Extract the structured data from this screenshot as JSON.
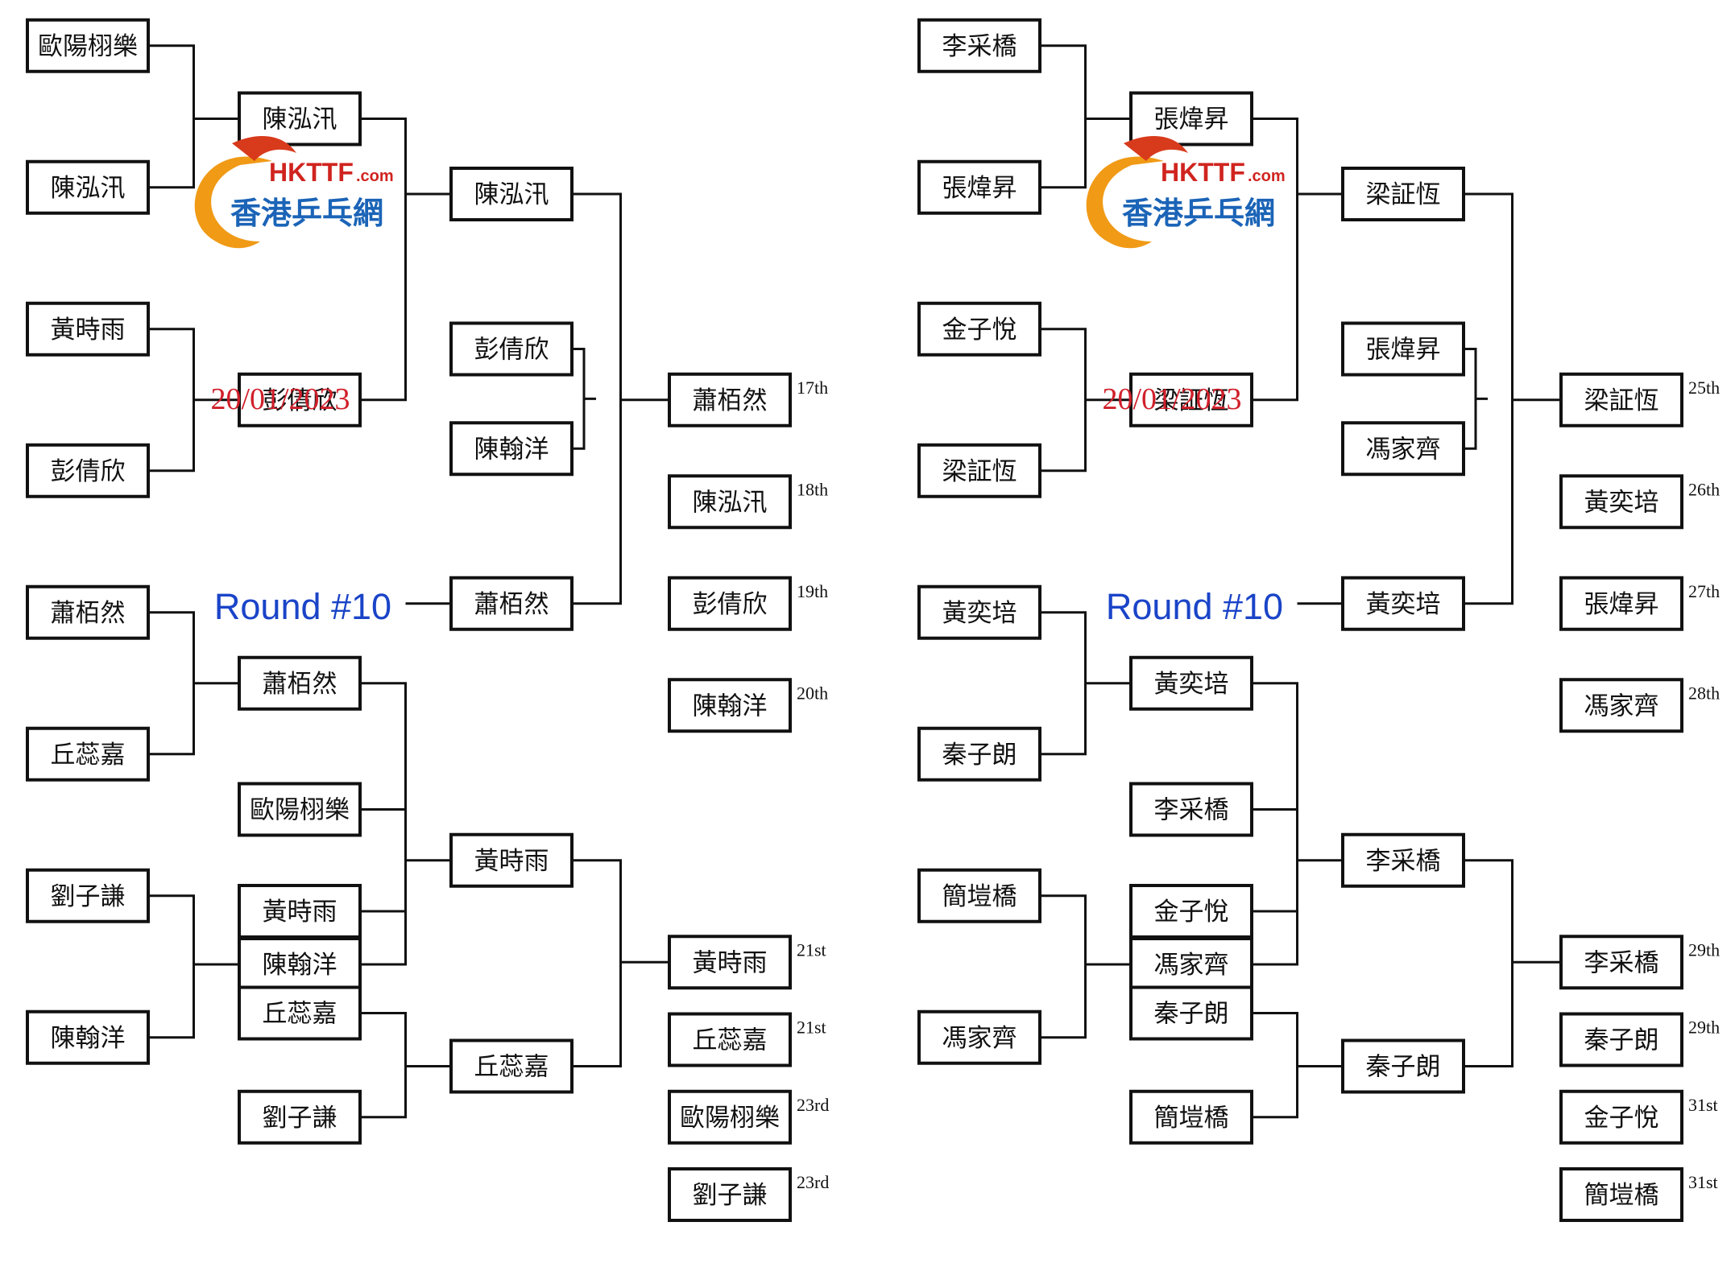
{
  "brackets": [
    {
      "date": "20/01/2023",
      "round": "Round #10",
      "logo": {
        "brand": "HKTTF",
        "domain": ".com",
        "chinese": "香港乒乓網"
      },
      "r1": [
        "歐陽栩樂",
        "陳泓汛",
        "黃時雨",
        "彭倩欣",
        "蕭栢然",
        "丘蕊嘉",
        "劉子謙",
        "陳翰洋"
      ],
      "r2": [
        "陳泓汛",
        "彭倩欣",
        "蕭栢然",
        "陳翰洋"
      ],
      "r3": [
        "陳泓汛",
        "彭倩欣",
        "陳翰洋",
        "蕭栢然"
      ],
      "lb_r1": [
        "歐陽栩樂",
        "黃時雨",
        "丘蕊嘉",
        "劉子謙"
      ],
      "lb_r2": [
        "黃時雨",
        "丘蕊嘉"
      ],
      "finals": [
        {
          "name": "蕭栢然",
          "place": "17th"
        },
        {
          "name": "陳泓汛",
          "place": "18th"
        },
        {
          "name": "彭倩欣",
          "place": "19th"
        },
        {
          "name": "陳翰洋",
          "place": "20th"
        },
        {
          "name": "黃時雨",
          "place": "21st"
        },
        {
          "name": "丘蕊嘉",
          "place": "21st"
        },
        {
          "name": "歐陽栩樂",
          "place": "23rd"
        },
        {
          "name": "劉子謙",
          "place": "23rd"
        }
      ]
    },
    {
      "date": "20/01/2023",
      "round": "Round #10",
      "logo": {
        "brand": "HKTTF",
        "domain": ".com",
        "chinese": "香港乒乓網"
      },
      "r1": [
        "李采橋",
        "張煒昇",
        "金子悅",
        "梁証恆",
        "黃奕培",
        "秦子朗",
        "簡塏橋",
        "馮家齊"
      ],
      "r2": [
        "張煒昇",
        "梁証恆",
        "黃奕培",
        "馮家齊"
      ],
      "r3": [
        "梁証恆",
        "張煒昇",
        "馮家齊",
        "黃奕培"
      ],
      "lb_r1": [
        "李采橋",
        "金子悅",
        "秦子朗",
        "簡塏橋"
      ],
      "lb_r2": [
        "李采橋",
        "秦子朗"
      ],
      "finals": [
        {
          "name": "梁証恆",
          "place": "25th"
        },
        {
          "name": "黃奕培",
          "place": "26th"
        },
        {
          "name": "張煒昇",
          "place": "27th"
        },
        {
          "name": "馮家齊",
          "place": "28th"
        },
        {
          "name": "李采橋",
          "place": "29th"
        },
        {
          "name": "秦子朗",
          "place": "29th"
        },
        {
          "name": "金子悅",
          "place": "31st"
        },
        {
          "name": "簡塏橋",
          "place": "31st"
        }
      ]
    }
  ]
}
